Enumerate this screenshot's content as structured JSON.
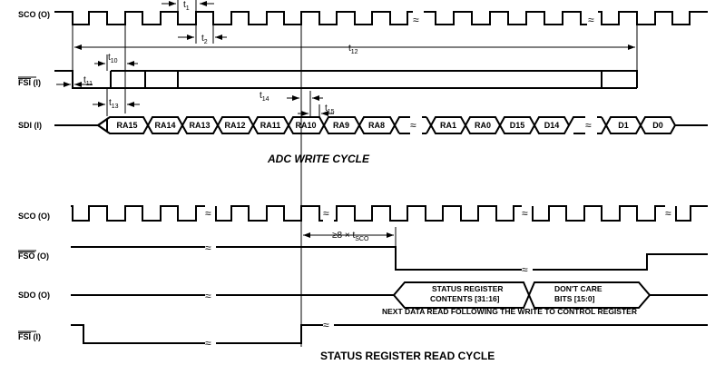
{
  "diagram": {
    "adc_write": {
      "title": "ADC WRITE CYCLE",
      "signals": {
        "sco": "SCO (O)",
        "fsi_bar": "FSI",
        "fsi_suffix": " (I)",
        "sdi": "SDI (I)"
      },
      "bus_labels": [
        "RA15",
        "RA14",
        "RA13",
        "RA12",
        "RA11",
        "RA10",
        "RA9",
        "RA8",
        "RA1",
        "RA0",
        "D15",
        "D14",
        "D1",
        "D0"
      ],
      "timing": {
        "t1": "1",
        "t2": "2",
        "t10": "10",
        "t11": "11",
        "t12": "12",
        "t13": "13",
        "t14": "14",
        "t15": "15",
        "t_prefix": "t"
      }
    },
    "status_read": {
      "title": "STATUS REGISTER READ CYCLE",
      "signals": {
        "sco": "SCO (O)",
        "fso_bar": "FSO",
        "fso_suffix": " (O)",
        "sdo": "SDO (O)",
        "fsi_bar": "FSI",
        "fsi_suffix": " (I)"
      },
      "delay_label_main": "≥8 × t",
      "delay_label_sub": "SCO",
      "status_line1": "STATUS REGISTER",
      "status_line2": "CONTENTS [31:16]",
      "dontcare_line1": "DON'T CARE",
      "dontcare_line2": "BITS [15:0]",
      "note": "NEXT DATA READ FOLLOWING THE WRITE TO CONTROL REGISTER"
    },
    "break_mark": "≈"
  }
}
